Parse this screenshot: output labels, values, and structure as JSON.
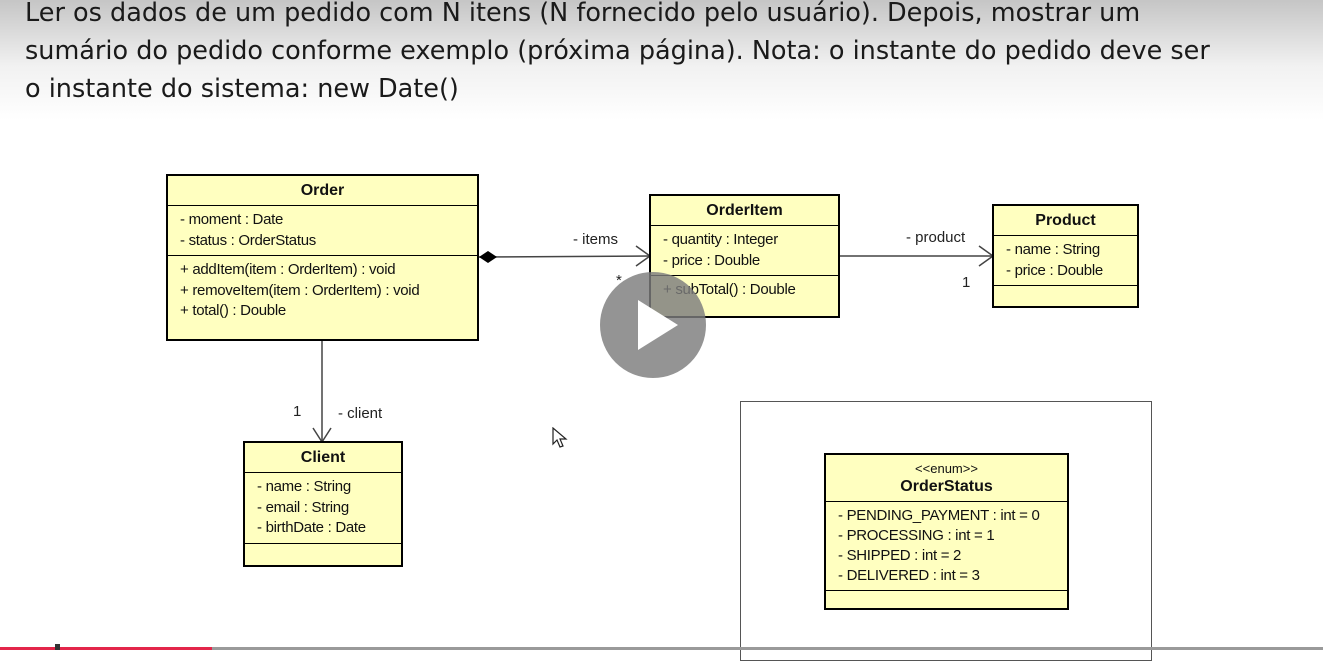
{
  "heading": {
    "line1": "Ler os dados de um pedido com N itens (N fornecido pelo usuário). Depois, mostrar um",
    "line2": "sumário do pedido conforme exemplo (próxima página). Nota: o instante do pedido deve ser",
    "line3": "o instante do sistema: new Date()"
  },
  "diagram": {
    "order": {
      "name": "Order",
      "attributes": [
        "- moment : Date",
        "- status : OrderStatus"
      ],
      "operations": [
        "+ addItem(item : OrderItem) : void",
        "+ removeItem(item : OrderItem) : void",
        "+ total() : Double"
      ]
    },
    "order_item": {
      "name": "OrderItem",
      "attributes": [
        "- quantity : Integer",
        "- price : Double"
      ],
      "operations": [
        "+ subTotal() : Double"
      ]
    },
    "product": {
      "name": "Product",
      "attributes": [
        "- name : String",
        "- price : Double"
      ]
    },
    "client": {
      "name": "Client",
      "attributes": [
        "- name : String",
        "- email : String",
        "- birthDate : Date"
      ]
    },
    "order_status": {
      "stereotype": "<<enum>>",
      "name": "OrderStatus",
      "literals": [
        "- PENDING_PAYMENT : int = 0",
        "- PROCESSING : int = 1",
        "- SHIPPED : int = 2",
        "- DELIVERED : int = 3"
      ]
    },
    "associations": {
      "items_label": "- items",
      "items_multiplicity": "*",
      "product_label": "- product",
      "product_multiplicity": "1",
      "client_label": "- client",
      "client_multiplicity": "1"
    }
  },
  "player": {
    "play_icon": "play-icon",
    "cursor_icon": "arrow-cursor-icon",
    "progress": 0.16,
    "accent_color": "#e3264a"
  }
}
